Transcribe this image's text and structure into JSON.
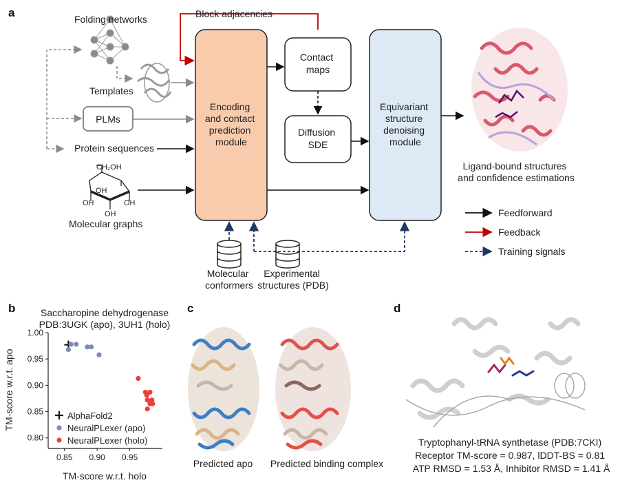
{
  "panel_labels": {
    "a": "a",
    "b": "b",
    "c": "c",
    "d": "d"
  },
  "panel_a": {
    "inputs": {
      "folding_networks": "Folding networks",
      "templates": "Templates",
      "plms": "PLMs",
      "protein_sequences": "Protein sequences",
      "molecular_graphs": "Molecular graphs",
      "molecule_ch2oh": "CH₂OH",
      "molecule_oh": "OH"
    },
    "block_adjacencies": "Block adjacencies",
    "encoder": [
      "Encoding",
      "and contact",
      "prediction",
      "module"
    ],
    "contact_maps": [
      "Contact",
      "maps"
    ],
    "diffusion": [
      "Diffusion",
      "SDE"
    ],
    "denoiser": [
      "Equivariant",
      "structure",
      "denoising",
      "module"
    ],
    "output": [
      "Ligand-bound structures",
      "and confidence estimations"
    ],
    "databases": {
      "conformers": [
        "Molecular",
        "conformers"
      ],
      "experimental": [
        "Experimental",
        "structures (PDB)"
      ]
    },
    "legend": {
      "feedforward": "Feedforward",
      "feedback": "Feedback",
      "training": "Training signals"
    },
    "colors": {
      "encoder_fill": "#f8cbad",
      "denoiser_fill": "#dde9f5",
      "feedback": "#c00000",
      "training": "#1f3864"
    }
  },
  "panel_b": {
    "title_line1": "Saccharopine dehydrogenase",
    "title_line2": "PDB:3UGK (apo), 3UH1 (holo)"
  },
  "chart_data": {
    "type": "scatter",
    "xlabel": "TM-score w.r.t. holo",
    "ylabel": "TM-score w.r.t. apo",
    "xlim": [
      0.825,
      1.0
    ],
    "ylim": [
      0.78,
      1.0
    ],
    "xticks": [
      "0.85",
      "0.90",
      "0.95"
    ],
    "yticks": [
      "0.80",
      "0.85",
      "0.90",
      "0.95",
      "1.00"
    ],
    "legend_position": "bottom-left",
    "series": [
      {
        "name": "AlphaFold2",
        "marker": "plus",
        "color": "#111111",
        "points": [
          [
            0.856,
            0.977
          ]
        ]
      },
      {
        "name": "NeuralPLexer (apo)",
        "marker": "circle",
        "color": "#7a8bb8",
        "points": [
          [
            0.856,
            0.968
          ],
          [
            0.86,
            0.978
          ],
          [
            0.868,
            0.978
          ],
          [
            0.885,
            0.973
          ],
          [
            0.891,
            0.973
          ],
          [
            0.903,
            0.958
          ]
        ]
      },
      {
        "name": "NeuralPLexer (holo)",
        "marker": "circle",
        "color": "#e8413a",
        "points": [
          [
            0.963,
            0.913
          ],
          [
            0.974,
            0.887
          ],
          [
            0.976,
            0.881
          ],
          [
            0.981,
            0.887
          ],
          [
            0.977,
            0.872
          ],
          [
            0.984,
            0.872
          ],
          [
            0.981,
            0.865
          ],
          [
            0.985,
            0.865
          ],
          [
            0.977,
            0.855
          ]
        ]
      }
    ]
  },
  "panel_c": {
    "apo_caption": "Predicted apo",
    "complex_caption": "Predicted binding complex"
  },
  "panel_d": {
    "line1": "Tryptophanyl-tRNA synthetase (PDB:7CKI)",
    "line2": "Receptor TM-score = 0.987, lDDT-BS = 0.81",
    "line3": "ATP RMSD = 1.53 Å, Inhibitor RMSD = 1.41 Å"
  }
}
